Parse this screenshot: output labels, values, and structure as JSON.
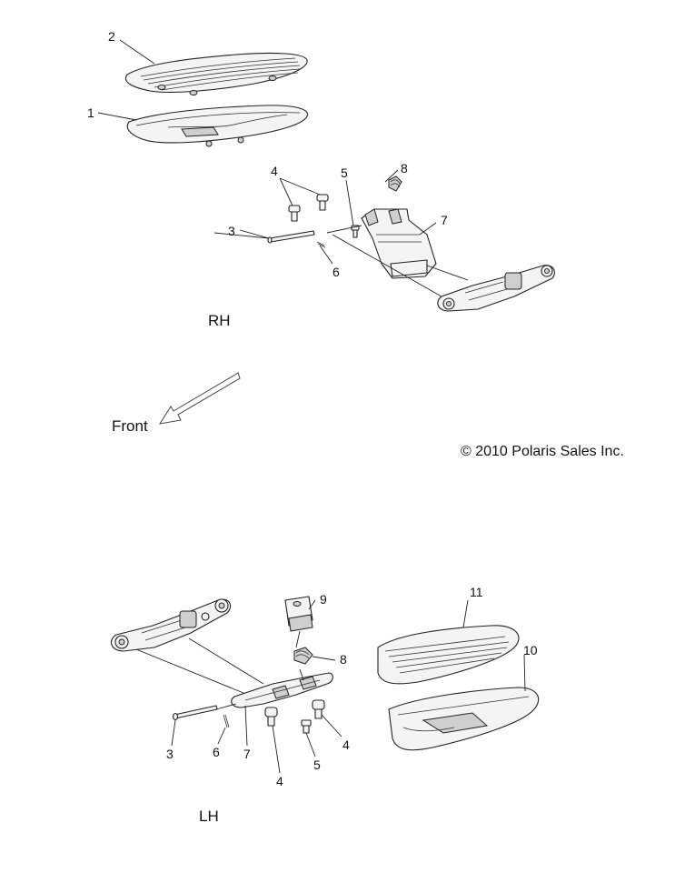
{
  "rh_section": {
    "label": "RH",
    "callouts": [
      "2",
      "1",
      "4",
      "5",
      "8",
      "3",
      "7",
      "6"
    ]
  },
  "direction": {
    "label": "Front"
  },
  "copyright": "© 2010 Polaris Sales Inc.",
  "lh_section": {
    "label": "LH",
    "callouts": [
      "9",
      "11",
      "10",
      "8",
      "3",
      "6",
      "7",
      "4",
      "5",
      "4"
    ]
  }
}
